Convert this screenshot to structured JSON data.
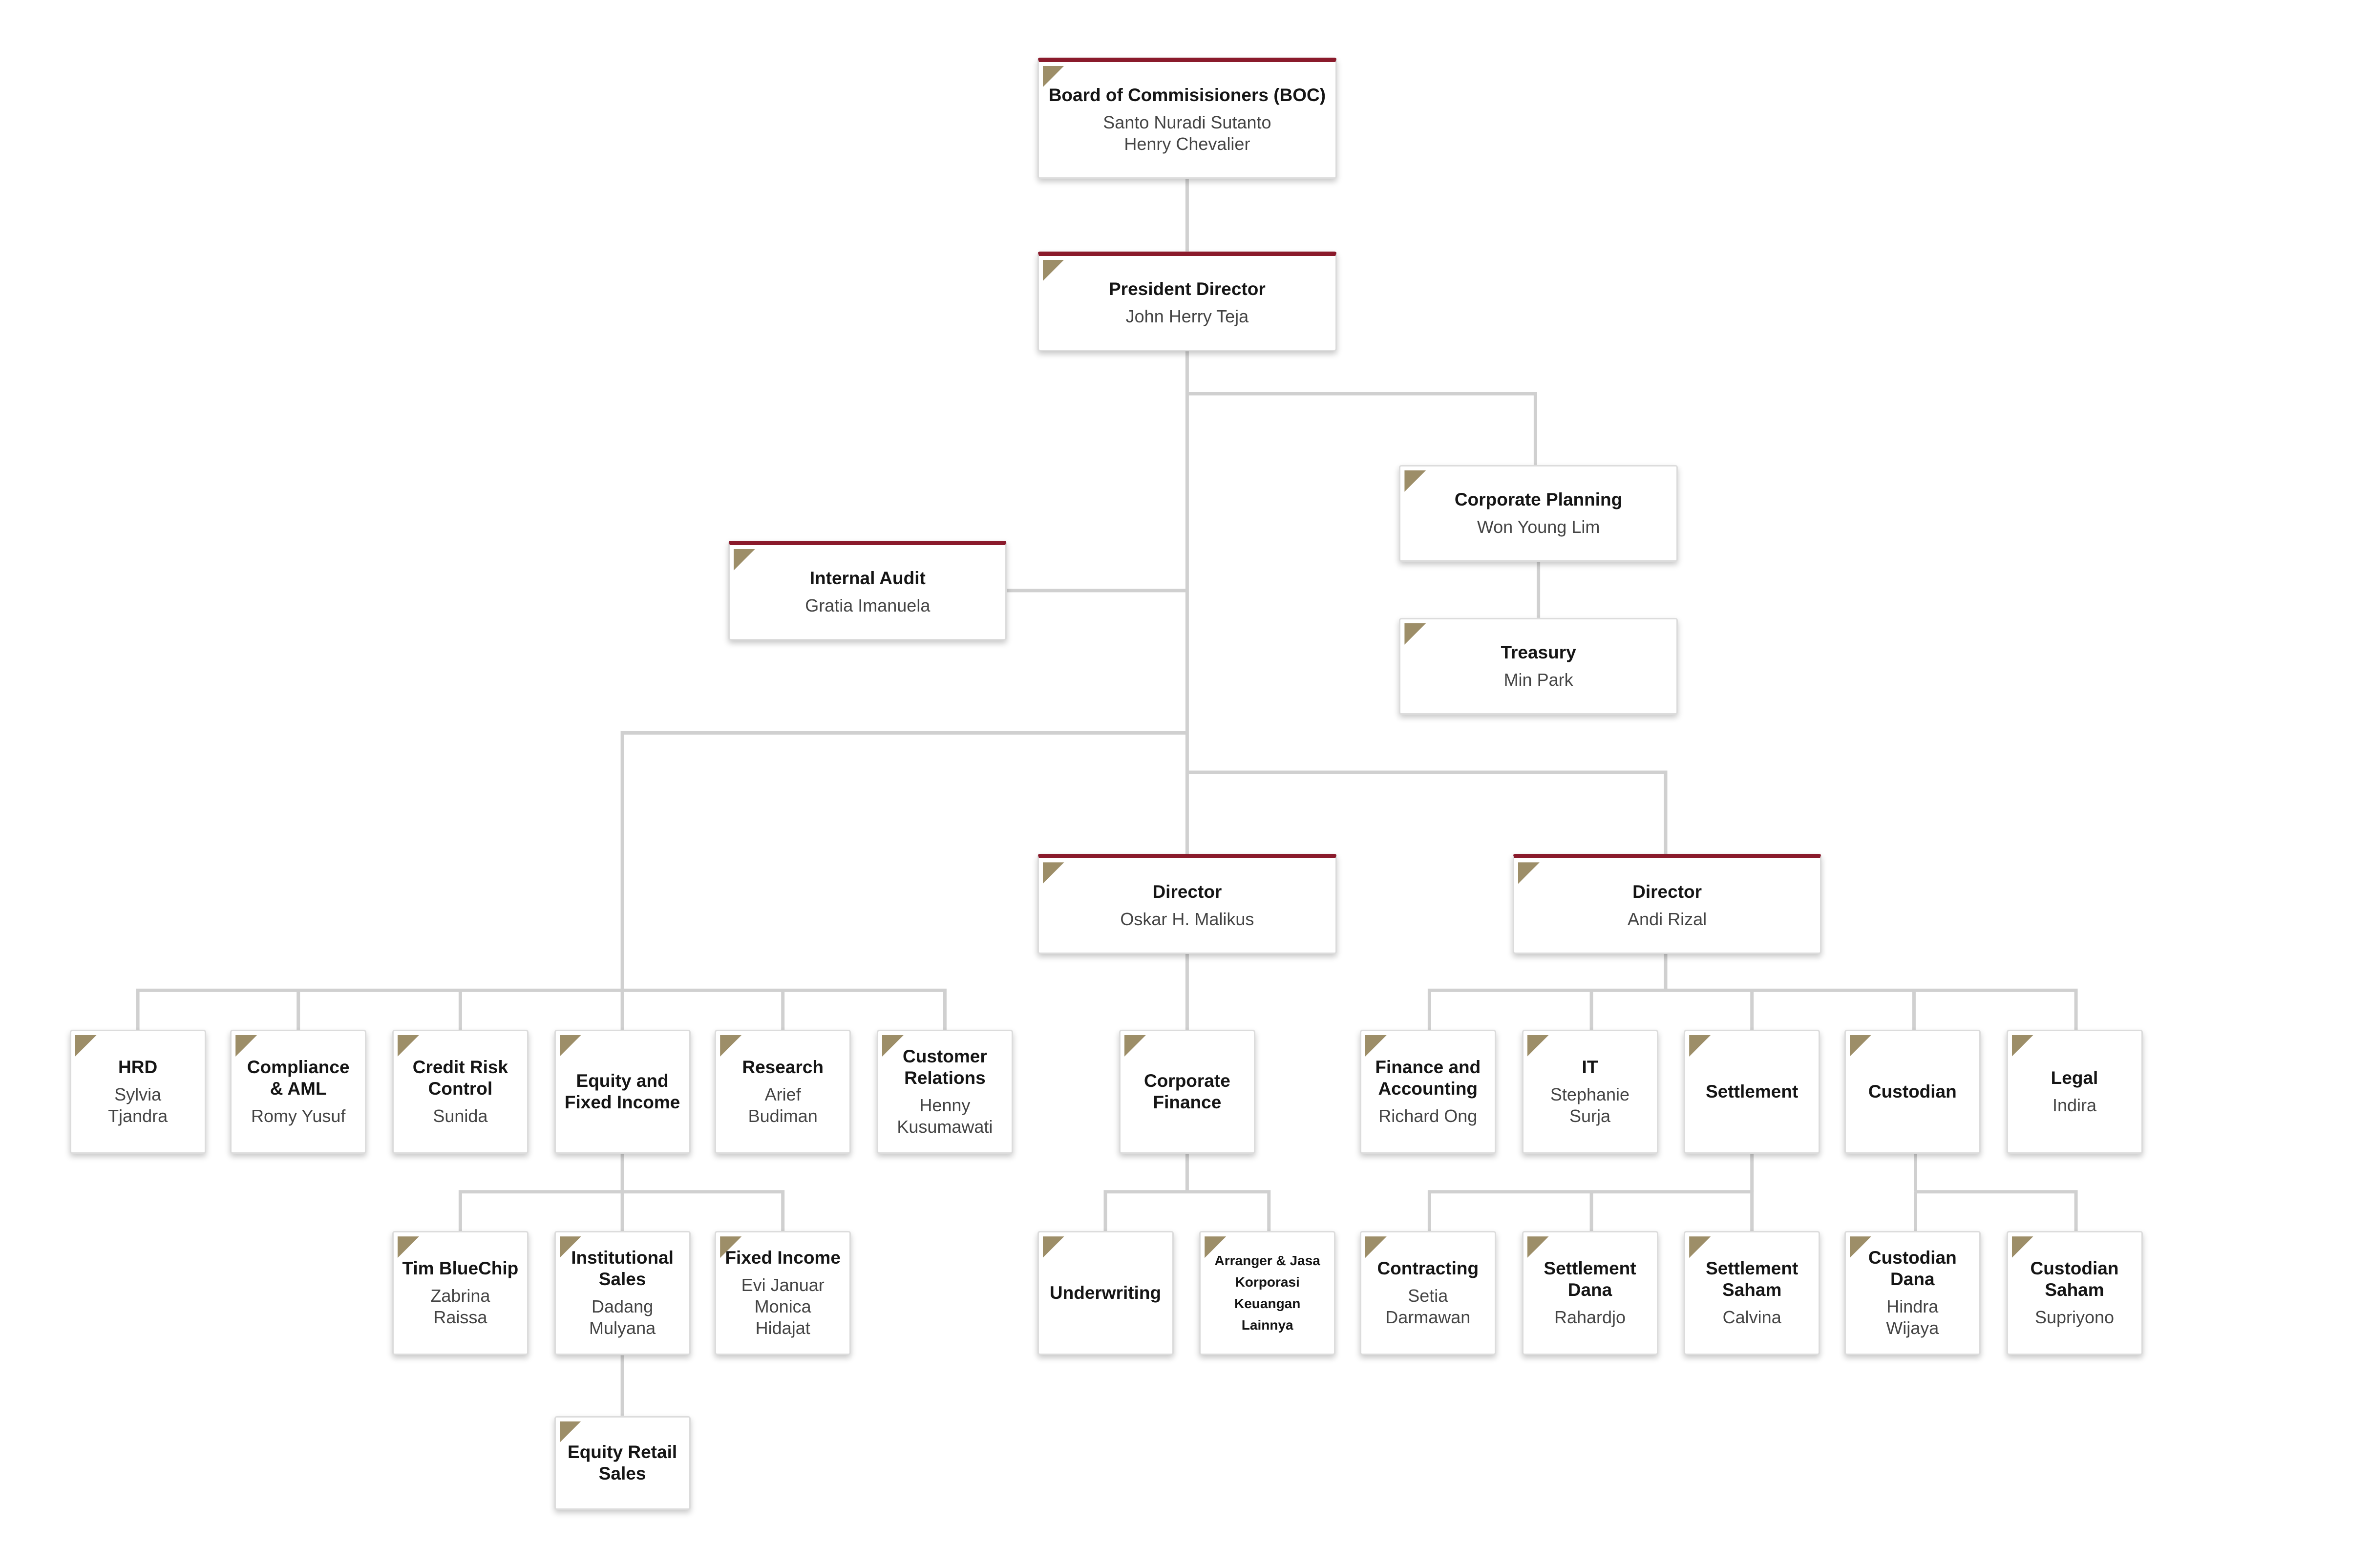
{
  "colors": {
    "accent_bar": "#8a1a2b",
    "corner_tag": "#9d8e68",
    "connector": "#d0d0d0",
    "box_border": "#dcdcdc"
  },
  "nodes": {
    "boc": {
      "title": "Board of Commisisioners (BOC)",
      "name": "Santo Nuradi Sutanto\nHenry Chevalier"
    },
    "president": {
      "title": "President Director",
      "name": "John Herry Teja"
    },
    "corp_planning": {
      "title": "Corporate Planning",
      "name": "Won Young Lim"
    },
    "treasury": {
      "title": "Treasury",
      "name": "Min Park"
    },
    "internal_audit": {
      "title": "Internal Audit",
      "name": "Gratia Imanuela"
    },
    "director_oskar": {
      "title": "Director",
      "name": "Oskar H. Malikus"
    },
    "director_andi": {
      "title": "Director",
      "name": "Andi Rizal"
    },
    "hrd": {
      "title": "HRD",
      "name": "Sylvia\nTjandra"
    },
    "compliance": {
      "title": "Compliance\n& AML",
      "name": "Romy Yusuf"
    },
    "credit_risk": {
      "title": "Credit Risk\nControl",
      "name": "Sunida"
    },
    "equity_fixed": {
      "title": "Equity and\nFixed Income",
      "name": ""
    },
    "research": {
      "title": "Research",
      "name": "Arief\nBudiman"
    },
    "customer_relations": {
      "title": "Customer\nRelations",
      "name": "Henny\nKusumawati"
    },
    "tim_bluechip": {
      "title": "Tim BlueChip",
      "name": "Zabrina\nRaissa"
    },
    "institutional_sales": {
      "title": "Institutional\nSales",
      "name": "Dadang\nMulyana"
    },
    "fixed_income": {
      "title": "Fixed Income",
      "name": "Evi Januar\nMonica\nHidajat"
    },
    "equity_retail": {
      "title": "Equity Retail\nSales",
      "name": ""
    },
    "corporate_finance": {
      "title": "Corporate\nFinance",
      "name": ""
    },
    "underwriting": {
      "title": "Underwriting",
      "name": ""
    },
    "arranger": {
      "title": "Arranger & Jasa\nKorporasi\nKeuangan\nLainnya",
      "name": ""
    },
    "finance_accounting": {
      "title": "Finance and\nAccounting",
      "name": "Richard Ong"
    },
    "it": {
      "title": "IT",
      "name": "Stephanie\nSurja"
    },
    "settlement": {
      "title": "Settlement",
      "name": ""
    },
    "custodian": {
      "title": "Custodian",
      "name": ""
    },
    "legal": {
      "title": "Legal",
      "name": "Indira"
    },
    "contracting": {
      "title": "Contracting",
      "name": "Setia\nDarmawan"
    },
    "settlement_dana": {
      "title": "Settlement\nDana",
      "name": "Rahardjo"
    },
    "settlement_saham": {
      "title": "Settlement\nSaham",
      "name": "Calvina"
    },
    "custodian_dana": {
      "title": "Custodian\nDana",
      "name": "Hindra\nWijaya"
    },
    "custodian_saham": {
      "title": "Custodian\nSaham",
      "name": "Supriyono"
    }
  }
}
